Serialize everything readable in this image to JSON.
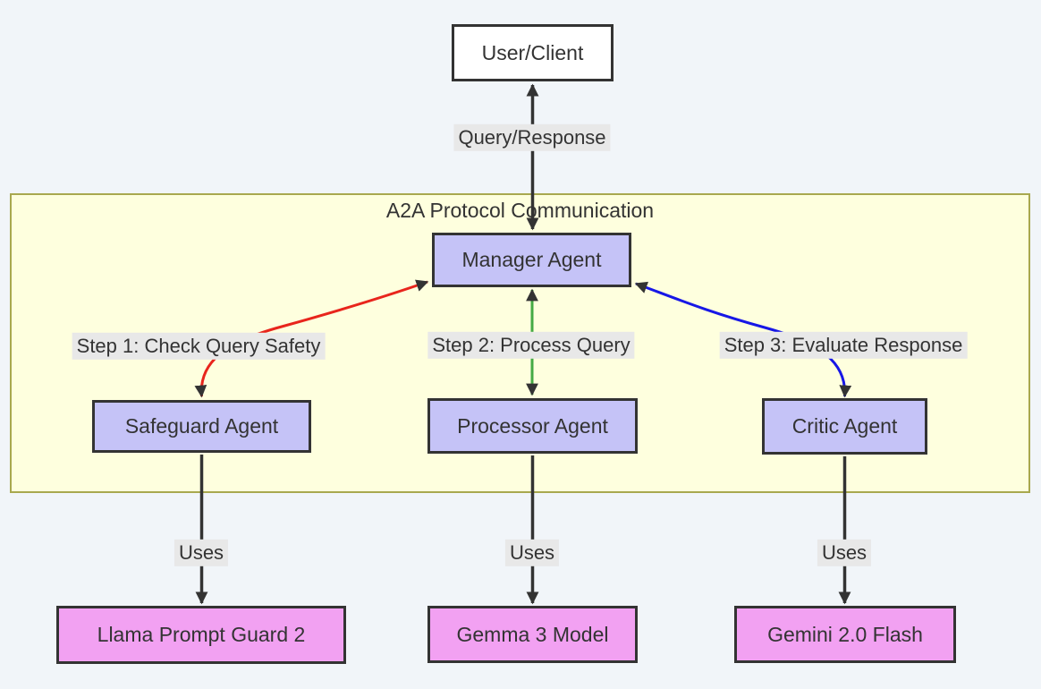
{
  "diagram": {
    "type": "flowchart",
    "cluster": {
      "label": "A2A Protocol Communication",
      "fill": "#feffde",
      "border_color": "#a8a84f"
    },
    "nodes": [
      {
        "id": "user_client",
        "label": "User/Client",
        "fill": "#ffffff"
      },
      {
        "id": "manager",
        "label": "Manager Agent",
        "fill": "#c5c3f7"
      },
      {
        "id": "safeguard",
        "label": "Safeguard Agent",
        "fill": "#c5c3f7"
      },
      {
        "id": "processor",
        "label": "Processor Agent",
        "fill": "#c5c3f7"
      },
      {
        "id": "critic",
        "label": "Critic Agent",
        "fill": "#c5c3f7"
      },
      {
        "id": "llama",
        "label": "Llama Prompt Guard 2",
        "fill": "#f2a1f2"
      },
      {
        "id": "gemma",
        "label": "Gemma 3 Model",
        "fill": "#f2a1f2"
      },
      {
        "id": "gemini",
        "label": "Gemini 2.0 Flash",
        "fill": "#f2a1f2"
      }
    ],
    "edges": [
      {
        "from": "user_client",
        "to": "manager",
        "label": "Query/Response",
        "color": "#333333",
        "bidirectional": true
      },
      {
        "from": "manager",
        "to": "safeguard",
        "label": "Step 1: Check Query Safety",
        "color": "#e8251c",
        "bidirectional": true
      },
      {
        "from": "manager",
        "to": "processor",
        "label": "Step 2: Process Query",
        "color": "#44aa44",
        "bidirectional": true
      },
      {
        "from": "manager",
        "to": "critic",
        "label": "Step 3: Evaluate Response",
        "color": "#1717e6",
        "bidirectional": true
      },
      {
        "from": "safeguard",
        "to": "llama",
        "label": "Uses",
        "color": "#333333",
        "bidirectional": false
      },
      {
        "from": "processor",
        "to": "gemma",
        "label": "Uses",
        "color": "#333333",
        "bidirectional": false
      },
      {
        "from": "critic",
        "to": "gemini",
        "label": "Uses",
        "color": "#333333",
        "bidirectional": false
      }
    ],
    "colors": {
      "background": "#f1f5f9",
      "node_border": "#333333",
      "edge_label_bg": "#e8e8e8",
      "text": "#333333"
    }
  }
}
